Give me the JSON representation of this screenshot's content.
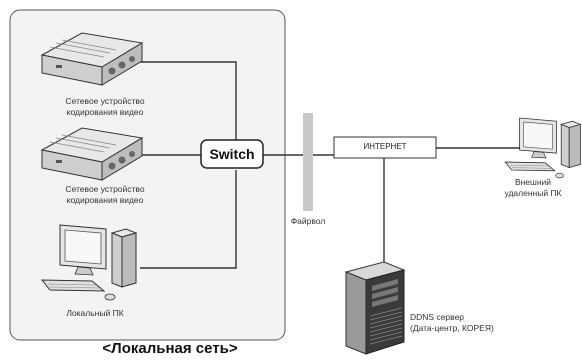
{
  "lan": {
    "encoder_1_label": "Сетевое устройство\nкодирования видео",
    "encoder_2_label": "Сетевое устройство\nкодирования видео",
    "local_pc_label": "Локальный ПК",
    "caption": "<Локальная сеть>"
  },
  "switch": {
    "label": "Switch"
  },
  "firewall": {
    "label": "Файрвол"
  },
  "internet": {
    "label": "ИНТЕРНЕТ"
  },
  "remote_pc": {
    "label": "Внешний\nудаленный ПК"
  },
  "ddns": {
    "label": "DDNS сервер\n(Дата-центр, КОРЕЯ)"
  },
  "colors": {
    "lan_background": "#f3f3f3",
    "lan_border": "#555555",
    "firewall": "#c9c9c9",
    "line": "#333333"
  }
}
